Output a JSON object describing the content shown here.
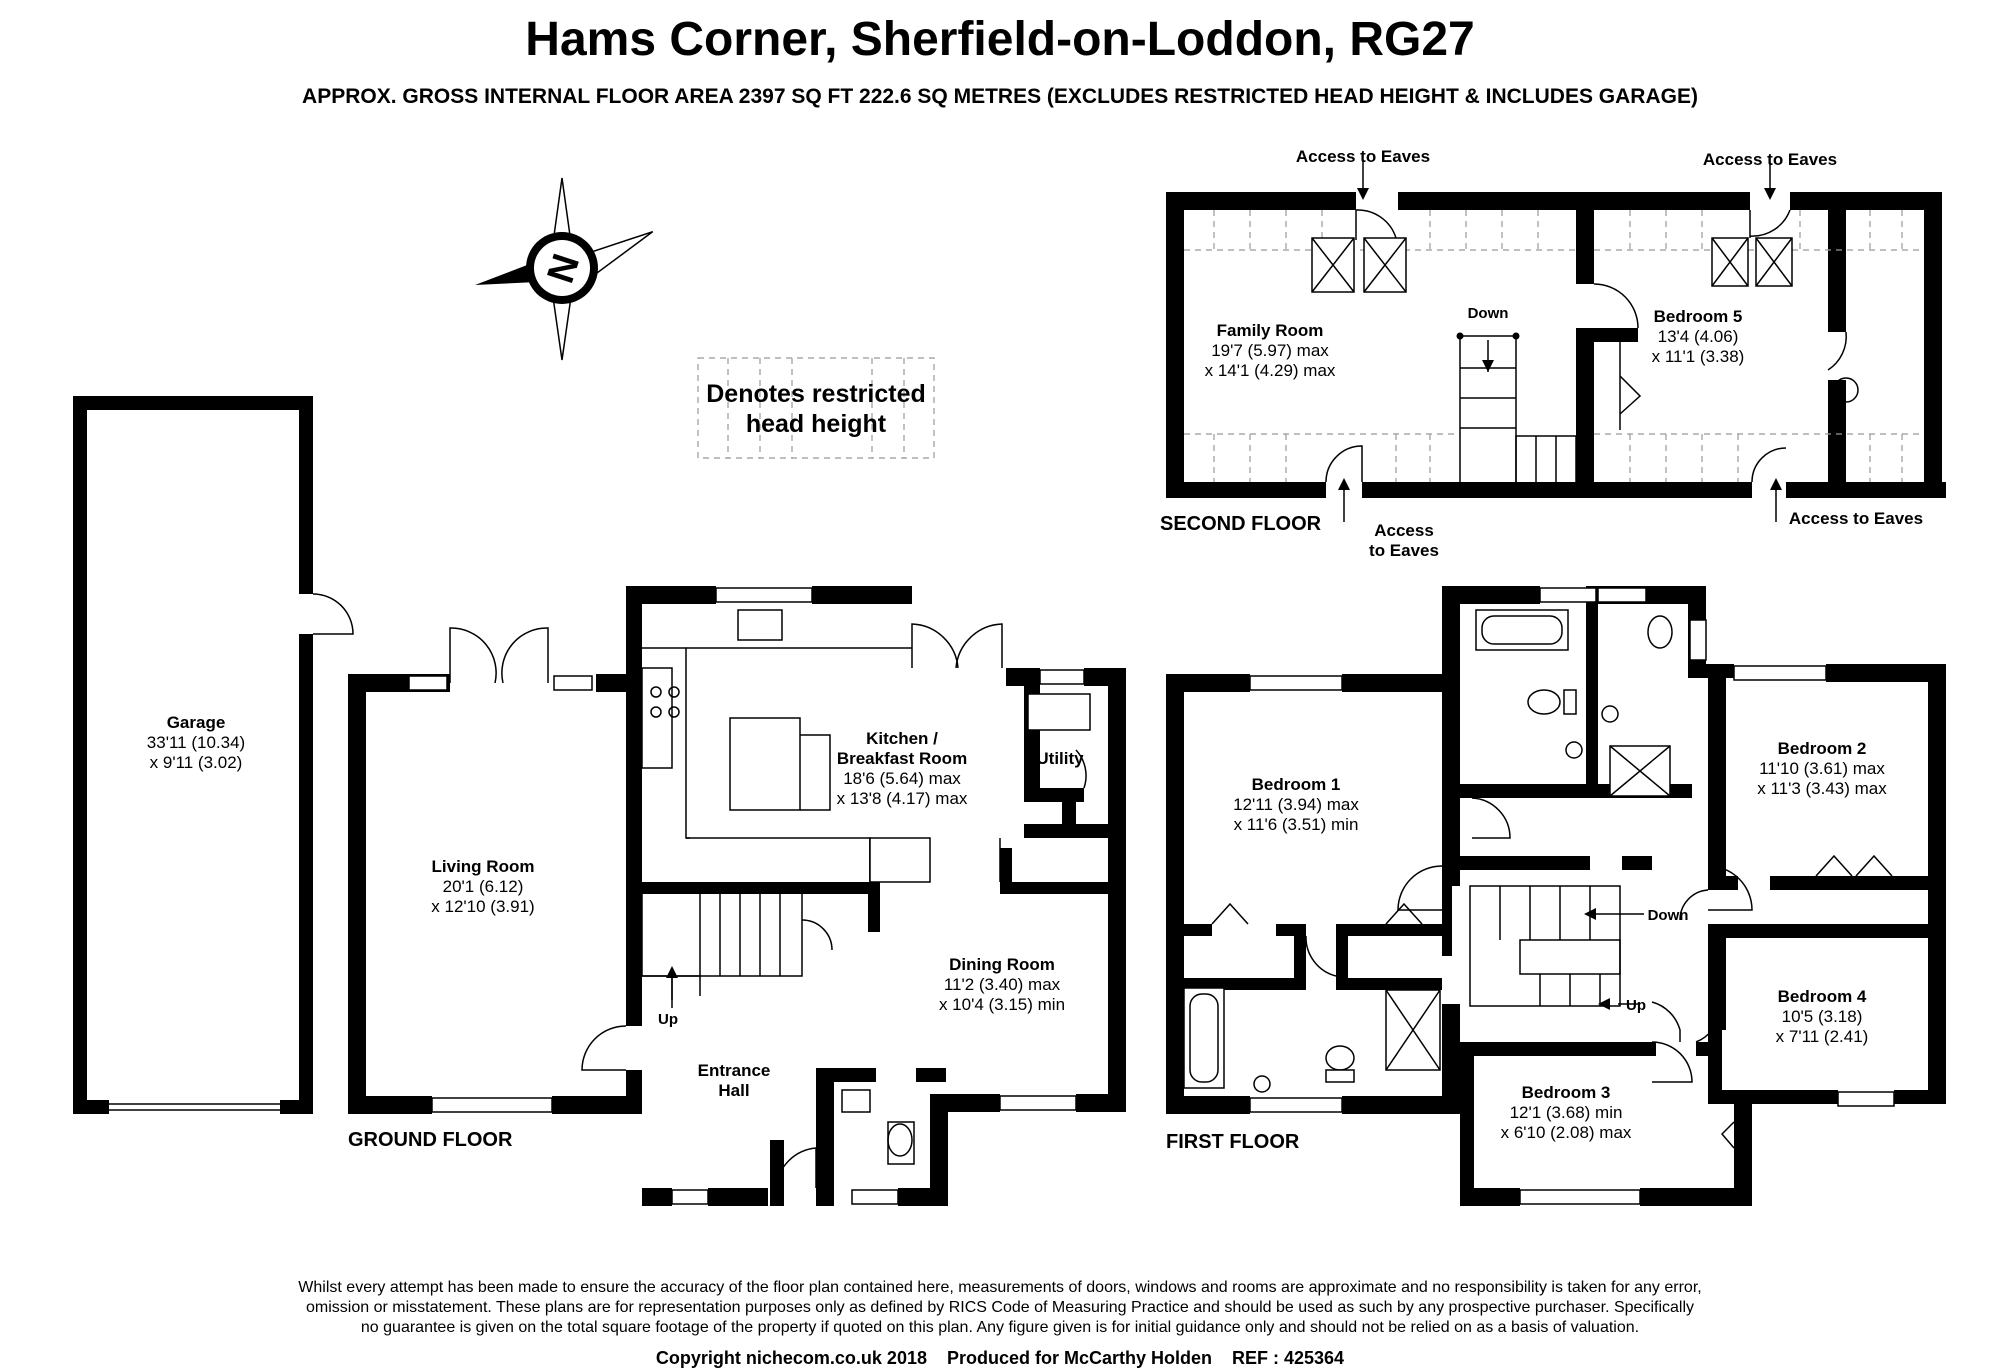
{
  "title": "Hams Corner, Sherfield-on-Loddon, RG27",
  "subtitle": "APPROX. GROSS INTERNAL FLOOR AREA 2397 SQ FT 222.6 SQ METRES (EXCLUDES RESTRICTED HEAD HEIGHT & INCLUDES GARAGE)",
  "compass_letter": "N",
  "legend": {
    "line1": "Denotes restricted",
    "line2": "head height"
  },
  "floors": {
    "ground": "GROUND FLOOR",
    "first": "FIRST FLOOR",
    "second": "SECOND FLOOR"
  },
  "rooms": {
    "garage": {
      "name": "Garage",
      "dim1": "33'11 (10.34)",
      "dim2": "x 9'11 (3.02)"
    },
    "living": {
      "name": "Living Room",
      "dim1": "20'1 (6.12)",
      "dim2": "x 12'10 (3.91)"
    },
    "kitchen": {
      "name": "Kitchen /",
      "name2": "Breakfast Room",
      "dim1": "18'6 (5.64) max",
      "dim2": "x 13'8 (4.17) max"
    },
    "utility": {
      "name": "Utility"
    },
    "dining": {
      "name": "Dining Room",
      "dim1": "11'2 (3.40) max",
      "dim2": "x 10'4 (3.15) min"
    },
    "hall": {
      "name": "Entrance",
      "name2": "Hall"
    },
    "bed1": {
      "name": "Bedroom 1",
      "dim1": "12'11 (3.94) max",
      "dim2": "x 11'6 (3.51) min"
    },
    "bed2": {
      "name": "Bedroom 2",
      "dim1": "11'10 (3.61) max",
      "dim2": "x 11'3 (3.43) max"
    },
    "bed3": {
      "name": "Bedroom 3",
      "dim1": "12'1 (3.68) min",
      "dim2": "x 6'10 (2.08) max"
    },
    "bed4": {
      "name": "Bedroom 4",
      "dim1": "10'5 (3.18)",
      "dim2": "x 7'11 (2.41)"
    },
    "family": {
      "name": "Family Room",
      "dim1": "19'7 (5.97) max",
      "dim2": "x 14'1 (4.29) max"
    },
    "bed5": {
      "name": "Bedroom 5",
      "dim1": "13'4 (4.06)",
      "dim2": "x 11'1 (3.38)"
    }
  },
  "stairs": {
    "up": "Up",
    "down": "Down"
  },
  "eaves": {
    "label": "Access to Eaves",
    "split1": "Access",
    "split2": "to Eaves"
  },
  "disclaimer": {
    "line1": "Whilst every attempt has been made to ensure the accuracy of the floor plan contained here, measurements of doors, windows and rooms are approximate and no responsibility is taken for any error,",
    "line2": "omission or misstatement. These plans are for representation purposes only as defined by RICS Code of Measuring Practice and should be used as such by any prospective purchaser.  Specifically",
    "line3": "no guarantee is given on the total square footage of the property if quoted on this plan. Any figure given is for initial guidance only and should not be relied on as a basis of valuation."
  },
  "footer": "Copyright nichecom.co.uk 2018    Produced for McCarthy Holden    REF : 425364"
}
